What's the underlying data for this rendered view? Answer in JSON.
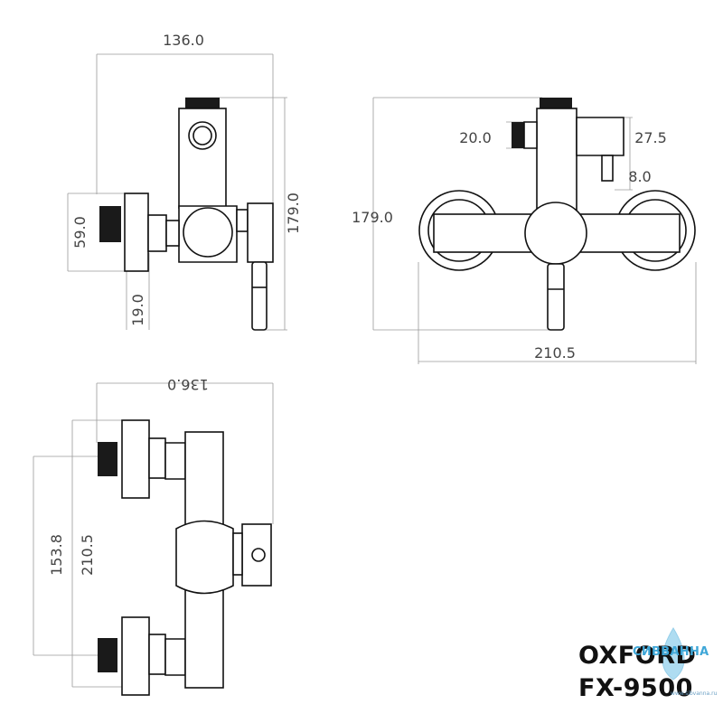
{
  "dimensions": {
    "side_width": "136.0",
    "side_height": "179.0",
    "side_inlet": "59.0",
    "side_handle": "19.0",
    "front_height": "179.0",
    "front_width": "210.5",
    "front_spout": "20.0",
    "front_knob_offset": "27.5",
    "front_knob_len": "8.0",
    "top_width": "136.0",
    "top_centers": "153.8",
    "top_length": "210.5"
  },
  "brand": {
    "model_line1": "OXFORD",
    "model_line2": "FX-9500"
  },
  "watermark": {
    "name": "СИВВАННА",
    "url": "www.sibvanna.ru"
  }
}
